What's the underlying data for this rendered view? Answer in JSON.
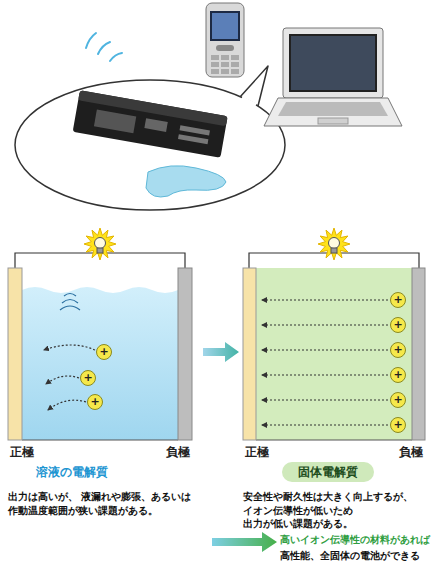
{
  "diagram": {
    "nodes": [
      {
        "text": [
          "正極",
          "負極"
        ]
      },
      {
        "text": [
          "正極",
          "負極"
        ]
      },
      {
        "text": [
          "固体電解質"
        ]
      }
    ],
    "edges": [
      {
        "from": 0,
        "to": 1,
        "arrow": "to"
      }
    ],
    "labels": [
      "+",
      "+",
      "+",
      "+",
      "+",
      "+",
      "+",
      "+",
      "+",
      "溶液の電解質",
      "出力は高いが、 液漏れや膨張、あるいは 作動温度範囲が狭い課題がある。",
      "安全性や耐久性は大きく向上するが、 イオン伝導性が低いため 出力が低い課題がある。",
      "高いイオン伝導性の材料があれば",
      "高性能、全固体の電池ができる"
    ]
  }
}
